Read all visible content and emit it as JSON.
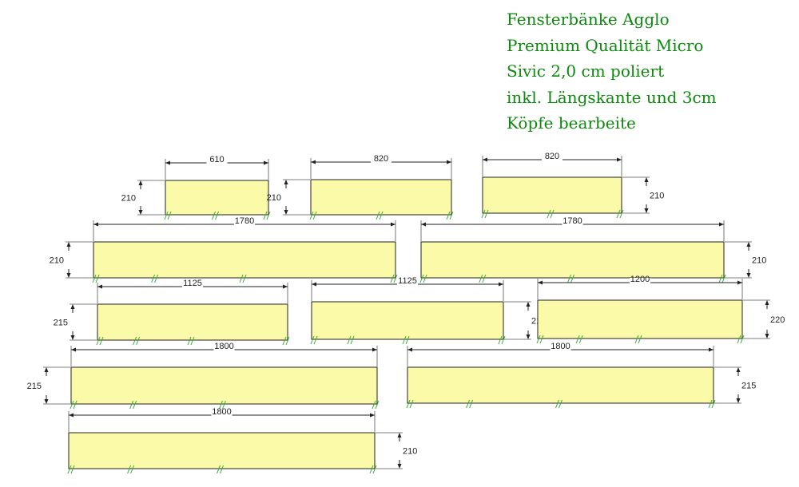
{
  "header": {
    "lines": [
      "Fensterbänke Agglo",
      "Premium Qualität Micro",
      "Sivic 2,0 cm poliert",
      "inkl. Längskante und 3cm",
      "Köpfe bearbeite"
    ]
  },
  "colors": {
    "slab_fill": "#fafaa8",
    "slab_stroke": "#222222",
    "edge_mark": "#3aa83a",
    "header_text": "#0c8a0c"
  },
  "pieces": [
    {
      "length": "610",
      "depth": "210"
    },
    {
      "length": "820",
      "depth": "210"
    },
    {
      "length": "820",
      "depth": "210"
    },
    {
      "length": "1780",
      "depth": "210"
    },
    {
      "length": "1780",
      "depth": "210"
    },
    {
      "length": "1125",
      "depth": "215"
    },
    {
      "length": "1125",
      "depth": "215"
    },
    {
      "length": "1200",
      "depth": "220"
    },
    {
      "length": "1800",
      "depth": "215"
    },
    {
      "length": "1800",
      "depth": "215"
    },
    {
      "length": "1800",
      "depth": "210"
    }
  ]
}
